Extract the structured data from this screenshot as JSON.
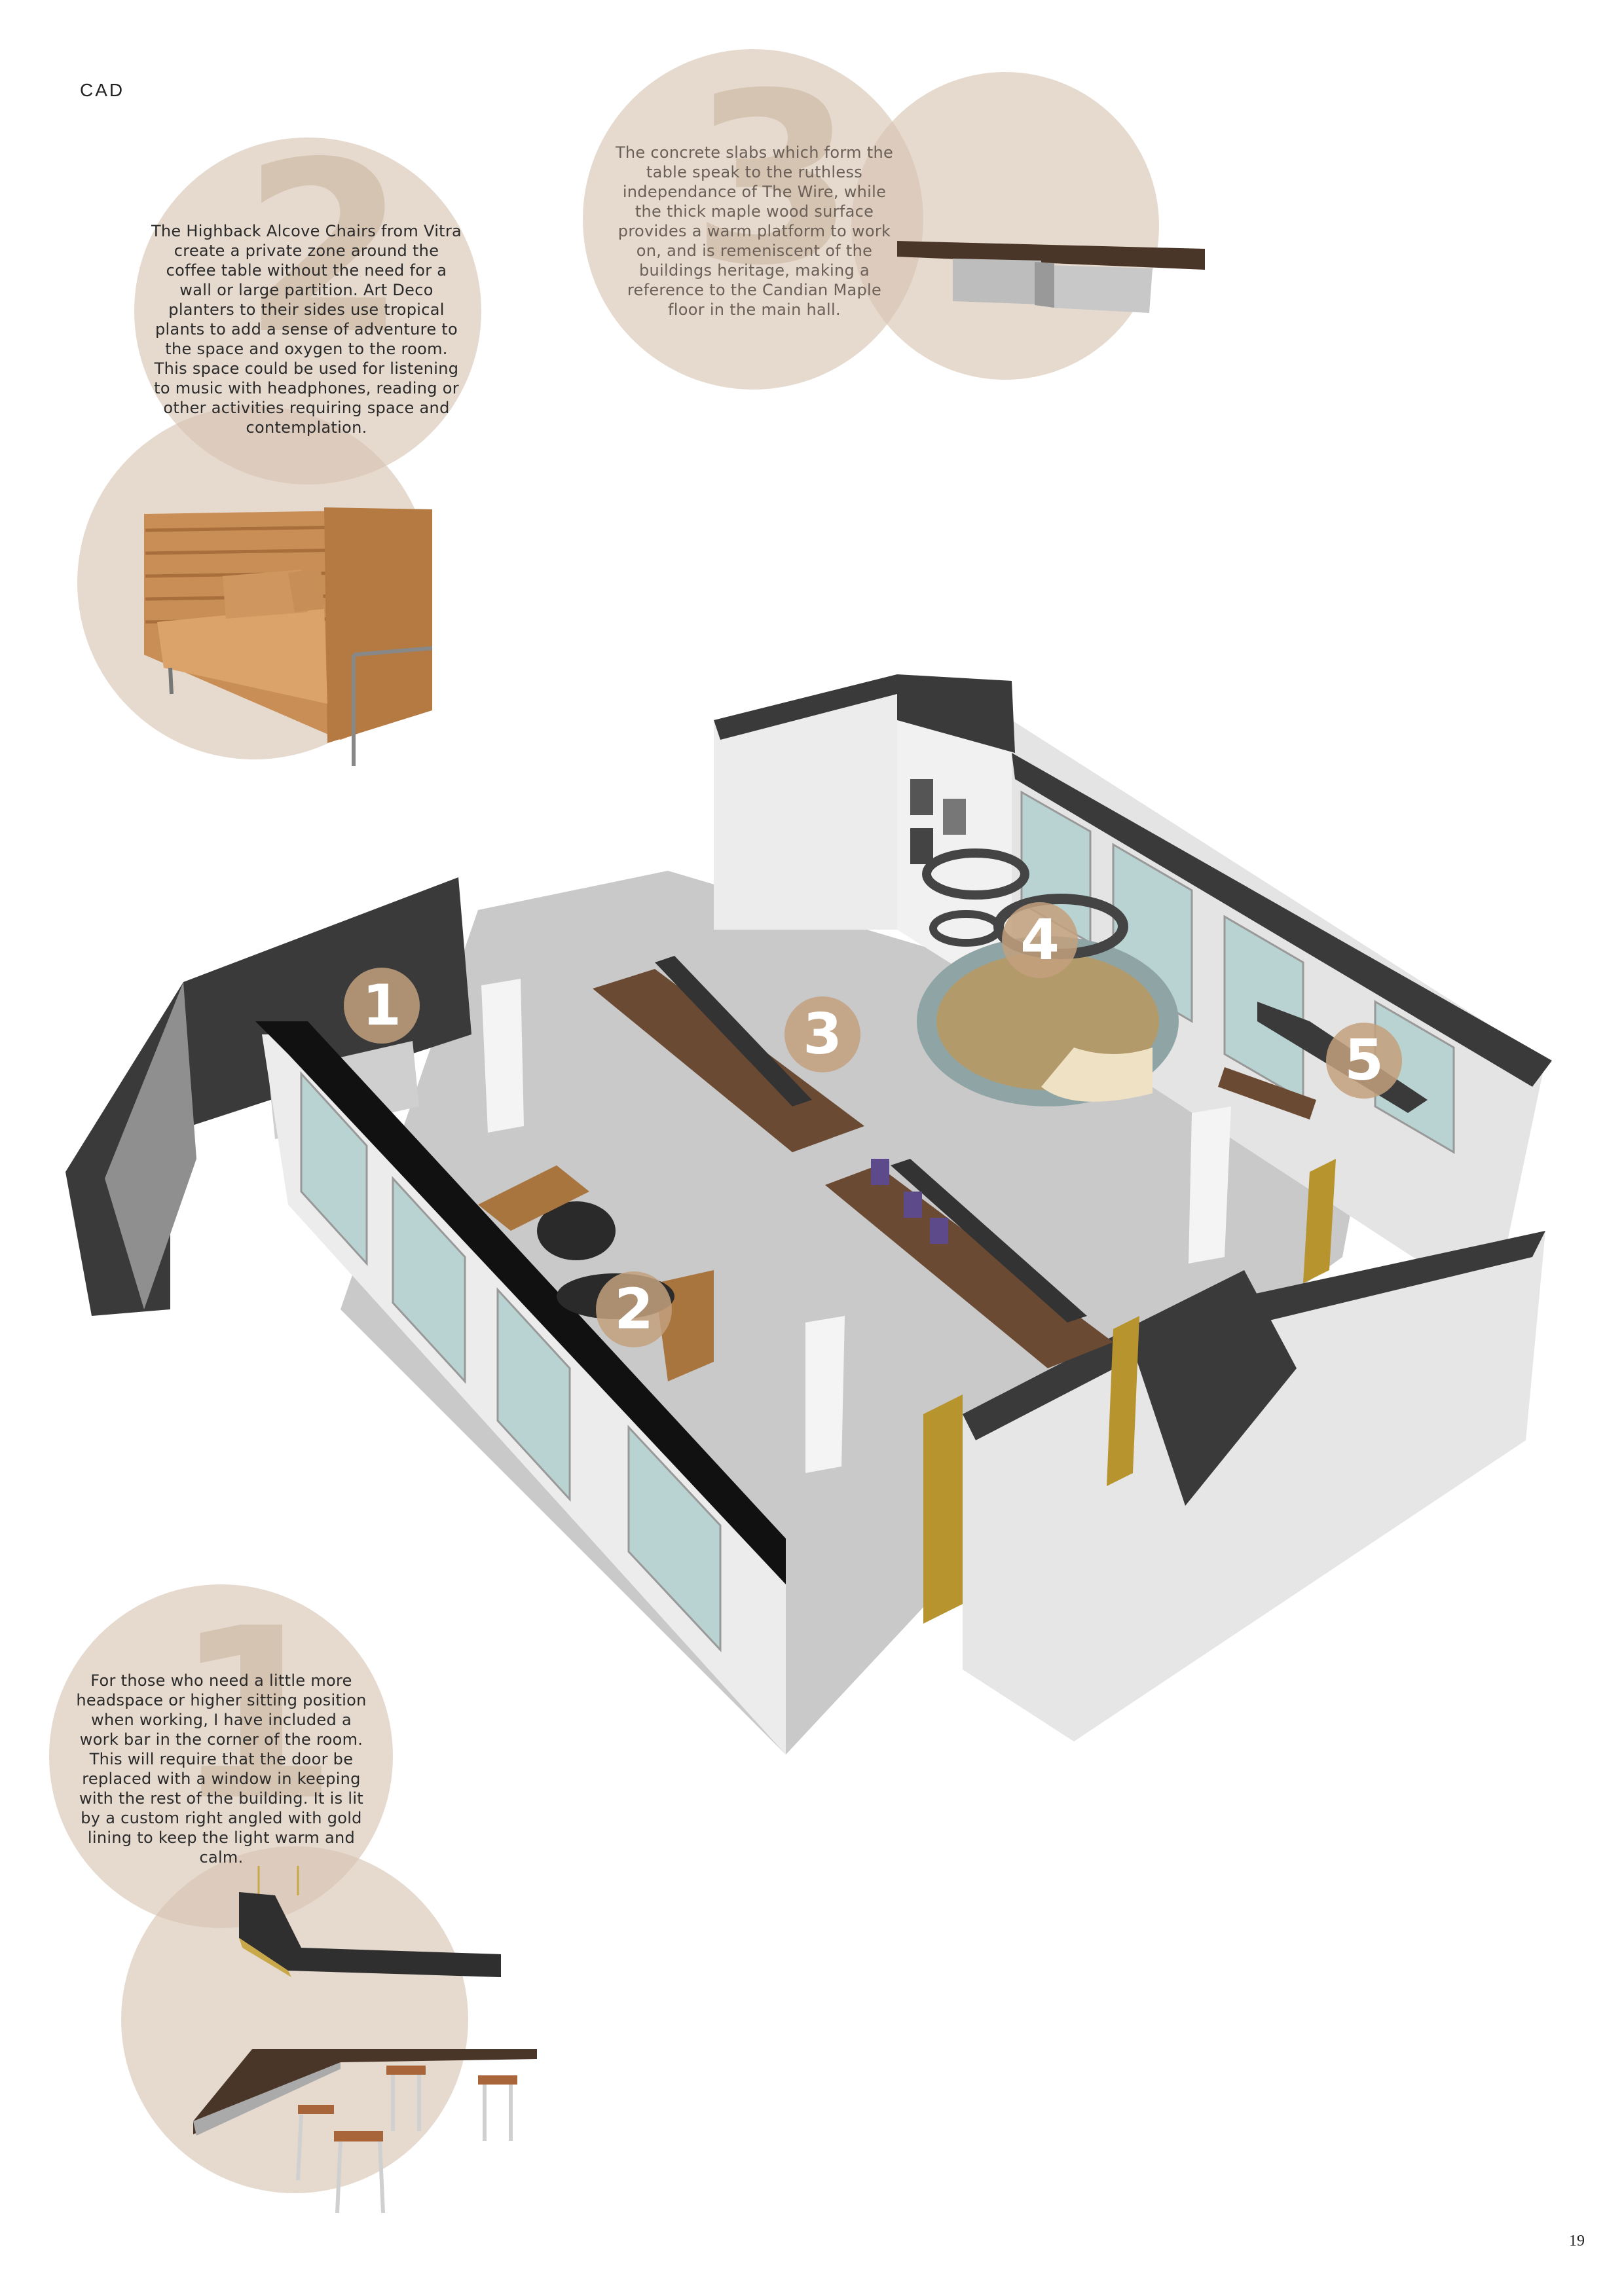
{
  "header": {
    "title": "CAD"
  },
  "page_number": "19",
  "notes": {
    "note_2": {
      "numeral": "2",
      "text": "The Highback Alcove Chairs from Vitra create a private zone around the coffee table without the need for a wall or large partition. Art Deco planters to their sides use tropical plants to add a sense of adventure to the space and oxygen to the room. This space could be used for listening to music with headphones, reading or other activities requiring space and contemplation."
    },
    "note_3": {
      "numeral": "3",
      "text": "The concrete slabs which form the table speak to the ruthless independance of The Wire, while the thick maple wood surface provides a warm platform to work on, and is remeniscent of the buildings heritage, making a reference to the Candian Maple floor in the main hall."
    },
    "note_1": {
      "numeral": "1",
      "text": "For those who need a little more headspace or higher sitting position when working, I have included a work bar in the corner of the room. This will require that the door be replaced with a window in keeping with the rest of the building. It is lit by a custom right angled with gold lining to keep the light warm and calm."
    }
  },
  "plan_markers": [
    "1",
    "2",
    "3",
    "4",
    "5"
  ],
  "colors": {
    "circle": "#d6c4b2",
    "marker": "#c3a07d",
    "wall_dark": "#3a3a3a",
    "floor": "#c9c9c9",
    "wood": "#6b4a33",
    "gold": "#b8942e"
  }
}
